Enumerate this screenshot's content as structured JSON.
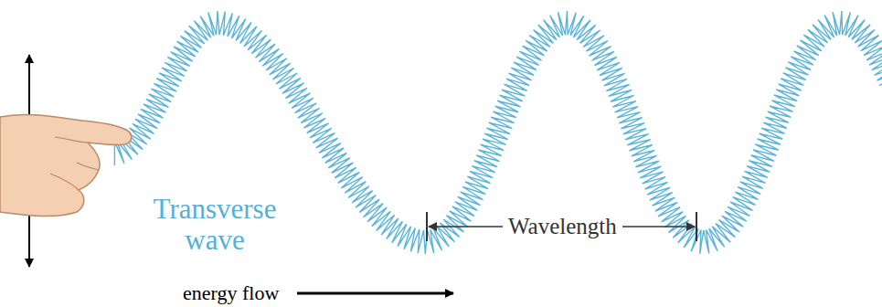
{
  "diagram": {
    "labels": [
      "Transverse wave",
      "Wavelength",
      "energy flow"
    ]
  }
}
